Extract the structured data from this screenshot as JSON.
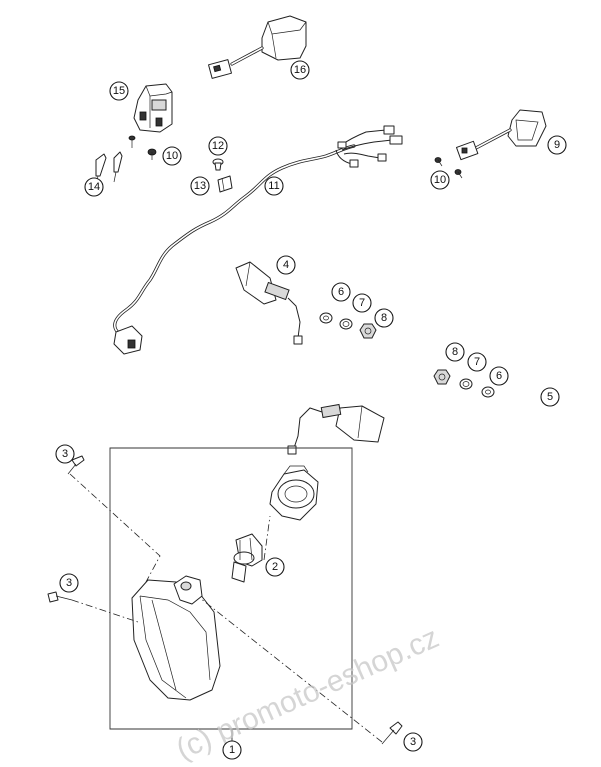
{
  "callouts": [
    {
      "id": "c16",
      "label": "16"
    },
    {
      "id": "c15",
      "label": "15"
    },
    {
      "id": "c10a",
      "label": "10"
    },
    {
      "id": "c14",
      "label": "14"
    },
    {
      "id": "c12",
      "label": "12"
    },
    {
      "id": "c13",
      "label": "13"
    },
    {
      "id": "c11",
      "label": "11"
    },
    {
      "id": "c9",
      "label": "9"
    },
    {
      "id": "c10b",
      "label": "10"
    },
    {
      "id": "c4",
      "label": "4"
    },
    {
      "id": "c6a",
      "label": "6"
    },
    {
      "id": "c7a",
      "label": "7"
    },
    {
      "id": "c8a",
      "label": "8"
    },
    {
      "id": "c8b",
      "label": "8"
    },
    {
      "id": "c7b",
      "label": "7"
    },
    {
      "id": "c6b",
      "label": "6"
    },
    {
      "id": "c5",
      "label": "5"
    },
    {
      "id": "c3a",
      "label": "3"
    },
    {
      "id": "c2",
      "label": "2"
    },
    {
      "id": "c3b",
      "label": "3"
    },
    {
      "id": "c1",
      "label": "1"
    },
    {
      "id": "c3c",
      "label": "3"
    }
  ],
  "watermark": "(c) promoto-eshop.cz"
}
